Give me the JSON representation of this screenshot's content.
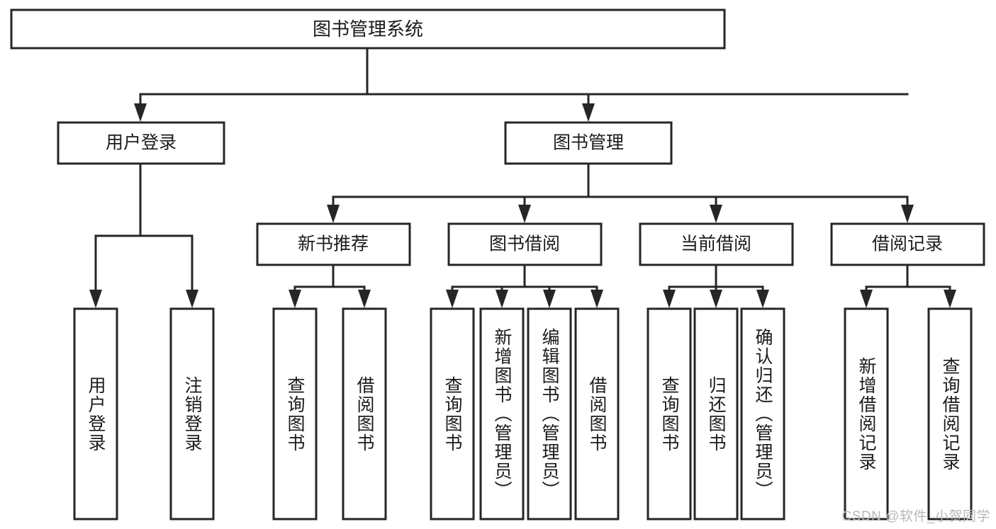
{
  "diagram": {
    "title": "图书管理系统",
    "type": "tree",
    "watermark": "CSDN @软件_小贺同学",
    "colors": {
      "box_fill": "#ffffff",
      "box_stroke": "#262626",
      "text": "#1b1b1b",
      "background": "#ffffff",
      "watermark": "#b9b9b9"
    },
    "root": {
      "label": "图书管理系统"
    },
    "level1": [
      {
        "label": "用户登录"
      },
      {
        "label": "图书管理"
      }
    ],
    "level2": [
      {
        "label": "新书推荐"
      },
      {
        "label": "图书借阅"
      },
      {
        "label": "当前借阅"
      },
      {
        "label": "借阅记录"
      }
    ],
    "leaves": {
      "user_login": [
        {
          "label": "用户登录"
        },
        {
          "label": "注销登录"
        }
      ],
      "new_book_recommend": [
        {
          "label": "查询图书"
        },
        {
          "label": "借阅图书"
        }
      ],
      "book_borrow": [
        {
          "label": "查询图书"
        },
        {
          "label": "新增图书（管理员）"
        },
        {
          "label": "编辑图书（管理员）"
        },
        {
          "label": "借阅图书"
        }
      ],
      "current_borrow": [
        {
          "label": "查询图书"
        },
        {
          "label": "归还图书"
        },
        {
          "label": "确认归还（管理员）"
        }
      ],
      "borrow_record": [
        {
          "label": "新增借阅记录"
        },
        {
          "label": "查询借阅记录"
        }
      ]
    }
  }
}
